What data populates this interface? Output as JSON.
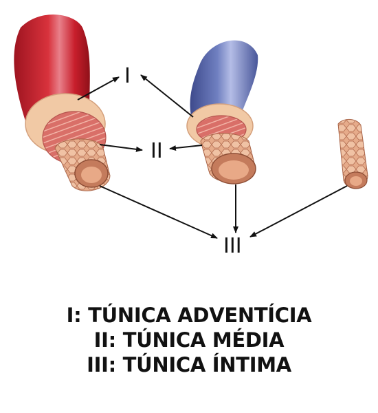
{
  "labels": {
    "i": "I",
    "ii": "II",
    "iii": "III"
  },
  "legend": [
    "I: TÚNICA ADVENTÍCIA",
    "II: TÚNICA MÉDIA",
    "III: TÚNICA ÍNTIMA"
  ],
  "colors": {
    "artery": "#c41e2a",
    "vein": "#5a6aa8",
    "adventitia": "#f1c9a5",
    "media": "#d9706a",
    "intima": "#e8a987",
    "arrow": "#111111"
  }
}
